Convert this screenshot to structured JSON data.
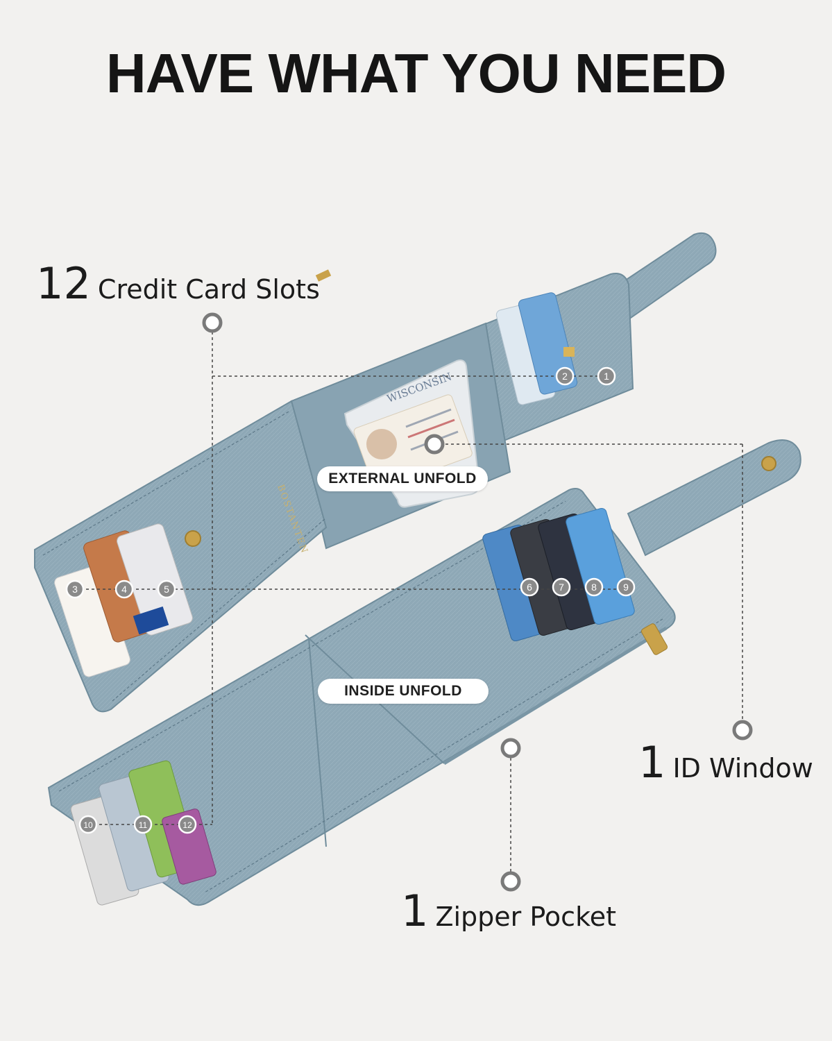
{
  "headline": "HAVE WHAT YOU NEED",
  "callouts": {
    "credit_slots": {
      "number": "12",
      "label": "Credit Card Slots"
    },
    "id_window": {
      "number": "1",
      "label": "ID Window"
    },
    "zipper_pocket": {
      "number": "1",
      "label": "Zipper Pocket"
    }
  },
  "tags": {
    "external": "EXTERNAL UNFOLD",
    "inside": "INSIDE UNFOLD"
  },
  "slot_markers": [
    "1",
    "2",
    "3",
    "4",
    "5",
    "6",
    "7",
    "8",
    "9",
    "10",
    "11",
    "12"
  ],
  "brand_mark": "BOSTANTEN",
  "id_card": {
    "state": "WISCONSIN"
  },
  "colors": {
    "background": "#f2f1ef",
    "wallet_leather": "#8ea8b6",
    "wallet_shadow": "#6f8c9b",
    "stitch": "#5d7888",
    "marker_fill": "#8a8a8a",
    "hardware_gold": "#c9a24a"
  }
}
